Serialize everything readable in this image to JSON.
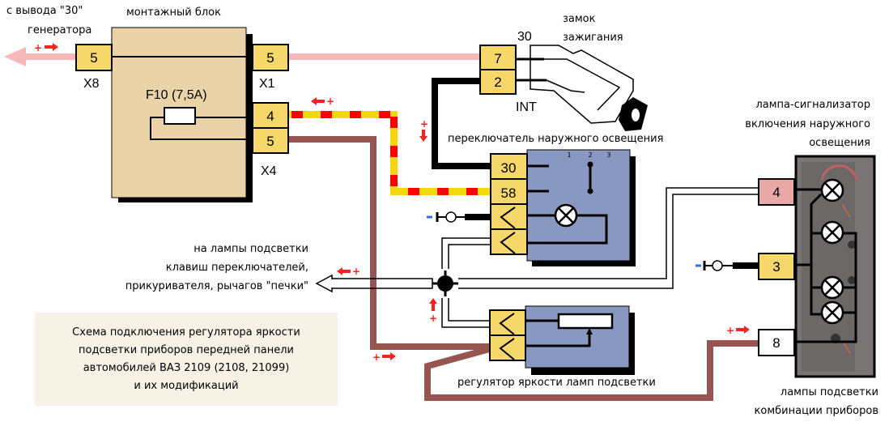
{
  "title": "Схема подключения регулятора яркости подсветки приборов передней панели автомобилей ВАЗ 2109 (2108, 21099) и их модификаций",
  "caption_lines": [
    "Схема подключения регулятора яркости",
    "подсветки приборов передней панели",
    "автомобилей ВАЗ 2109 (2108, 21099)",
    "и их модификаций"
  ],
  "labels": {
    "generator_line1": "с вывода \"30\"",
    "generator_line2": "генератора",
    "mounting_block": "монтажный блок",
    "fuse": "F10 (7,5A)",
    "ignition_line1": "замок",
    "ignition_line2": "зажигания",
    "ignition_pin30": "30",
    "ignition_int": "INT",
    "light_switch": "переключатель наружного освещения",
    "indicator_line1": "лампа-сигнализатор",
    "indicator_line2": "включения наружного",
    "indicator_line3": "освещения",
    "backlight_line1": "на лампы подсветки",
    "backlight_line2": "клавиш переключателей,",
    "backlight_line3": "прикуривателя, рычагов \"печки\"",
    "dimmer": "регулятор яркости ламп подсветки",
    "cluster_line1": "лампы подсветки",
    "cluster_line2": "комбинации приборов"
  },
  "connectors": {
    "x8": {
      "name": "X8",
      "pin": "5"
    },
    "x1": {
      "name": "X1",
      "pin": "5"
    },
    "x4": {
      "name": "X4",
      "pins": [
        "4",
        "5"
      ]
    },
    "ignition_pins": [
      "7",
      "2"
    ],
    "switch_pins": [
      "30",
      "58"
    ],
    "switch_positions": [
      "1",
      "2",
      "3"
    ],
    "cluster_pins": [
      "4",
      "3",
      "8"
    ]
  },
  "polarity": {
    "plus": "+",
    "minus": "-"
  },
  "colors": {
    "wire_pink": "#f7b8b8",
    "wire_brown": "#965550",
    "wire_yellow": "#f2d80c",
    "wire_red": "#ff0000",
    "connector_yellow": "#f5d76a",
    "block_beige": "#ebd3a8",
    "switch_blue": "#8898c0",
    "cluster_pink": "#e8a8a8",
    "arrow_red": "#ff2020",
    "ground_blue": "#2a6ee0",
    "caption_bg": "#f7f1e6"
  }
}
